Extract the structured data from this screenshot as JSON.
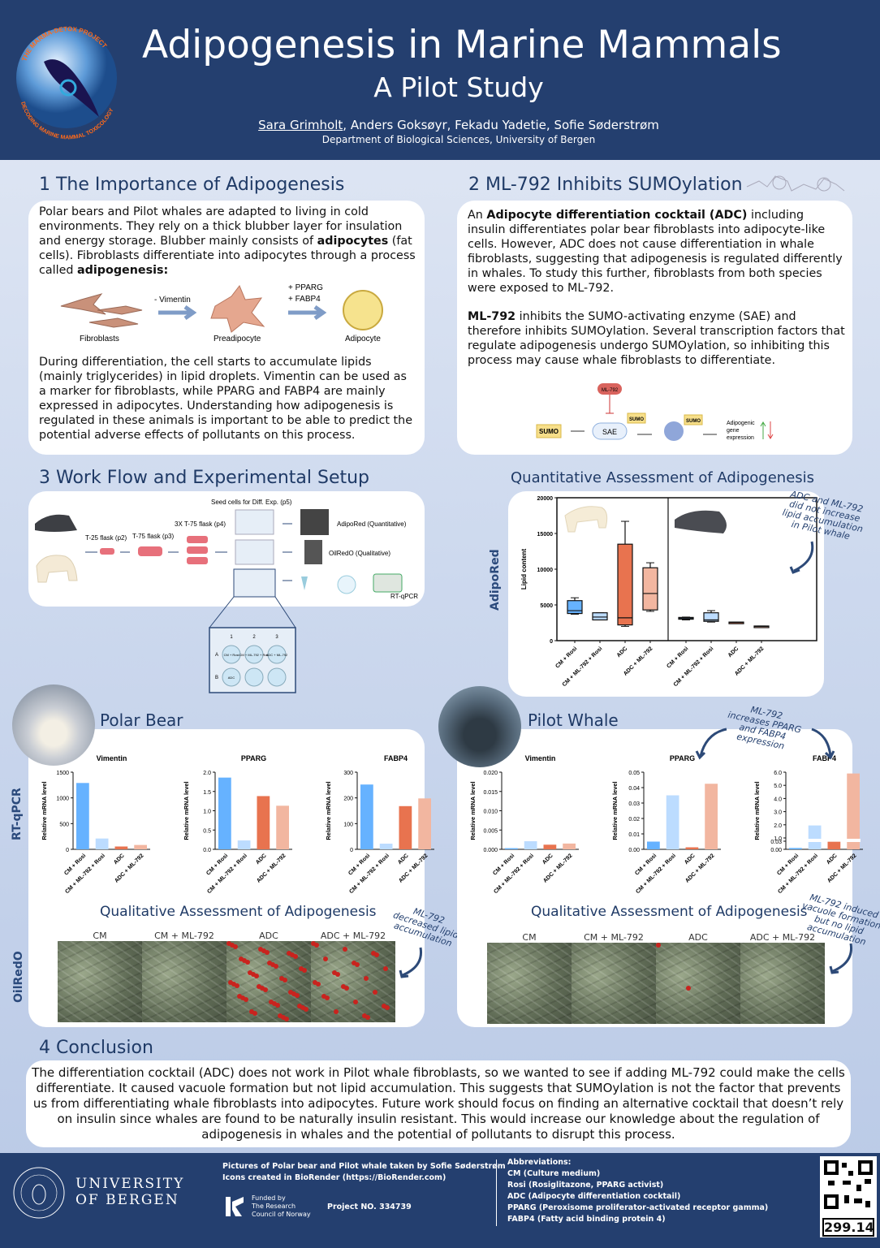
{
  "header": {
    "title": "Adipogenesis in Marine Mammals",
    "subtitle": "A Pilot Study",
    "presenter": "Sara Grimholt",
    "coauthors": ", Anders Goksøyr, Fekadu Yadetie, Sofie Søderstrøm",
    "department": "Department of Biological Sciences, University of Bergen",
    "logo_top": "THE MARMA-DETOX PROJECT",
    "logo_bottom": "DECODING MARINE MAMMAL TOXICOLOGY"
  },
  "s1": {
    "title": "1  The Importance of Adipogenesis",
    "p1": [
      {
        "t": "Polar bears and Pilot whales are adapted to living in cold environments. They rely on a thick blubber layer for insulation and energy storage. Blubber mainly consists of "
      },
      {
        "t": "adipocytes",
        "b": true
      },
      {
        "t": " (fat cells). Fibroblasts differentiate into adipocytes through a process called "
      },
      {
        "t": "adipogenesis:",
        "b": true
      }
    ],
    "fig": {
      "fibroblasts": "Fibroblasts",
      "step1": "- Vimentin",
      "preadipocyte": "Preadipocyte",
      "step2a": "+ PPARG",
      "step2b": "+ FABP4",
      "adipocyte": "Adipocyte"
    },
    "p2": [
      {
        "t": "During differentiation, the cell starts to accumulate lipids (mainly triglycerides) in lipid droplets. Vimentin can be used as a marker for fibroblasts, while PPARG and FABP4 are mainly expressed in adipocytes. Understanding how adipogenesis is regulated in these animals is important to be able to predict the potential adverse effects of pollutants on this process."
      }
    ]
  },
  "s2": {
    "title": "2  ML-792 Inhibits SUMOylation",
    "p1": [
      {
        "t": "An "
      },
      {
        "t": "Adipocyte differentiation cocktail (ADC)",
        "b": true
      },
      {
        "t": " including insulin differentiates polar bear fibroblasts into adipocyte-like cells. However, ADC does not cause differentiation in whale fibroblasts, suggesting that adipogenesis is regulated differently in whales. To study this further, fibroblasts from both species were exposed to ML-792."
      }
    ],
    "p2": [
      {
        "t": "ML-792",
        "b": true
      },
      {
        "t": " inhibits the SUMO-activating enzyme (SAE) and therefore inhibits SUMOylation. Several transcription factors that regulate adipogenesis undergo SUMOylation, so inhibiting this process may cause whale fibroblasts to differentiate."
      }
    ],
    "fig": {
      "inhibitor": "ML-792",
      "sumo": "SUMO",
      "sae": "SAE",
      "out1": "Adipogenic",
      "out2": "gene",
      "out3": "expression"
    }
  },
  "s3": {
    "title": "3  Work Flow and Experimental Setup",
    "seed": "Seed cells for Diff. Exp. (p5)",
    "t25": "T-25 flask (p2)",
    "t75": "T-75 flask (p3)",
    "t75x3": "3X T-75 flask (p4)",
    "adipored": "AdipoRed (Quantitative)",
    "oilredo": "OilRedO (Qualitative)",
    "rtqpcr": "RT-qPCR",
    "plate": {
      "cols": [
        "1",
        "2",
        "3"
      ],
      "rows": [
        "A",
        "B"
      ],
      "wells": [
        "CM + Rosi",
        "CM + ML-792 + Rosi",
        "ADC + ML-792",
        "ADC",
        "",
        ""
      ]
    }
  },
  "quant": {
    "title": "Quantitative Assessment of Adipogenesis",
    "side_label": "AdipoRed",
    "note": "ADC and ML-792 did not increase lipid accumulation in Pilot whale"
  },
  "polar": {
    "title": "Polar Bear",
    "side_rt": "RT-qPCR",
    "side_oil": "OilRedO",
    "qual_title": "Qualitative Assessment of Adipogenesis",
    "note": "ML-792 decreased lipid accumulation",
    "images": [
      "CM",
      "CM + ML-792",
      "ADC",
      "ADC + ML-792"
    ]
  },
  "whale": {
    "title": "Pilot Whale",
    "qual_title": "Qualitative Assessment of Adipogenesis",
    "note_top": "ML-792 increases PPARG and FABP4 expression",
    "note": "ML-792 induced vacuole formation but no lipid accumulation",
    "images": [
      "CM",
      "CM + ML-792",
      "ADC",
      "ADC + ML-792"
    ]
  },
  "s4": {
    "title": "4  Conclusion",
    "text": "The differentiation cocktail (ADC) does not work in Pilot whale fibroblasts, so we wanted to see if adding ML-792 could make the cells differentiate. It caused vacuole formation but not lipid accumulation. This suggests that SUMOylation is not the factor that prevents us from differentiating whale fibroblasts into adipocytes. Future work should focus on finding an alternative cocktail that doesn’t rely on insulin since whales are found to be naturally insulin resistant. This would increase our knowledge about the regulation of adipogenesis in whales and the potential of pollutants to disrupt this process."
  },
  "footer": {
    "uni1": "UNIVERSITY",
    "uni2": "OF BERGEN",
    "credit1": "Pictures of Polar bear and Pilot whale taken by Sofie Søderstrøm",
    "credit2": "Icons created in BioRender (https://BioRender.com)",
    "funded1": "Funded by",
    "funded2": "The Research",
    "funded3": "Council of Norway",
    "project": "Project NO. 334739",
    "abbr_title": "Abbreviations:",
    "abbr": [
      "CM (Culture medium)",
      "Rosi (Rosiglitazone, PPARG activist)",
      "ADC (Adipocyte differentiation cocktail)",
      "PPARG (Peroxisome proliferator-activated receptor gamma)",
      "FABP4 (Fatty acid binding protein 4)"
    ],
    "poster_no": "299.14"
  },
  "colors": {
    "navy": "#243f6f",
    "blue": "#66b2ff",
    "lightblue": "#bcdcff",
    "orange": "#e8734f",
    "peach": "#f2b6a0"
  },
  "chart_data": [
    {
      "type": "box",
      "title": "Quantitative Assessment of Adipogenesis",
      "ylabel": "Lipid content",
      "ylim": [
        0,
        20000
      ],
      "yticks": [
        0,
        5000,
        10000,
        15000,
        20000
      ],
      "categories": [
        "CM + Rosi",
        "CM + ML-792 + Rosi",
        "ADC",
        "ADC + ML-792"
      ],
      "groups": [
        {
          "name": "Polar Bear",
          "boxes": [
            [
              3700,
              3800,
              4200,
              5600,
              6000
            ],
            [
              2900,
              2900,
              3300,
              3900,
              3900
            ],
            [
              2000,
              2200,
              3200,
              13500,
              16700
            ],
            [
              4100,
              4300,
              6600,
              10200,
              10900
            ]
          ]
        },
        {
          "name": "Pilot Whale",
          "boxes": [
            [
              2900,
              3000,
              3150,
              3250,
              3300
            ],
            [
              2600,
              2700,
              2900,
              3900,
              4200
            ],
            [
              2500,
              2500,
              2550,
              2600,
              2600
            ],
            [
              2000,
              2000,
              2000,
              2050,
              2050
            ]
          ]
        }
      ]
    },
    {
      "type": "bar",
      "id": "pb-vim",
      "title": "Vimentin",
      "ylabel": "Relative mRNA level",
      "categories": [
        "CM + Rosi",
        "CM + ML-792 + Rosi",
        "ADC",
        "ADC + ML-792"
      ],
      "values": [
        1290,
        210,
        55,
        85
      ],
      "ylim": [
        0,
        1500
      ],
      "yticks": [
        "0",
        "500",
        "1000",
        "1500"
      ]
    },
    {
      "type": "bar",
      "id": "pb-pparg",
      "title": "PPARG",
      "ylabel": "Relative mRNA level",
      "categories": [
        "CM + Rosi",
        "CM + ML-792 + Rosi",
        "ADC",
        "ADC + ML-792"
      ],
      "values": [
        1.86,
        0.23,
        1.38,
        1.13
      ],
      "ylim": [
        0,
        2
      ],
      "yticks": [
        "0.0",
        "0.5",
        "1.0",
        "1.5",
        "2.0"
      ]
    },
    {
      "type": "bar",
      "id": "pb-fabp4",
      "title": "FABP4",
      "ylabel": "Relative mRNA level",
      "categories": [
        "CM + Rosi",
        "CM + ML-792 + Rosi",
        "ADC",
        "ADC + ML-792"
      ],
      "values": [
        252,
        22,
        168,
        198
      ],
      "ylim": [
        0,
        300
      ],
      "yticks": [
        "0",
        "100",
        "200",
        "300"
      ]
    },
    {
      "type": "bar",
      "id": "pw-vim",
      "title": "Vimentin",
      "ylabel": "Relative mRNA level",
      "categories": [
        "CM + Rosi",
        "CM + ML-792 + Rosi",
        "ADC",
        "ADC + ML-792"
      ],
      "values": [
        0.0003,
        0.0021,
        0.0012,
        0.0015
      ],
      "ylim": [
        0,
        0.02
      ],
      "yticks": [
        "0.000",
        "0.005",
        "0.010",
        "0.015",
        "0.020"
      ]
    },
    {
      "type": "bar",
      "id": "pw-pparg",
      "title": "PPARG",
      "ylabel": "Relative mRNA level",
      "categories": [
        "CM + Rosi",
        "CM + ML-792 + Rosi",
        "ADC",
        "ADC + ML-792"
      ],
      "values": [
        0.005,
        0.035,
        0.0013,
        0.0425
      ],
      "ylim": [
        0,
        0.05
      ],
      "yticks": [
        "0.00",
        "0.01",
        "0.02",
        "0.03",
        "0.04",
        "0.05"
      ]
    },
    {
      "type": "bar",
      "id": "pw-fabp4",
      "title": "FABP4",
      "ylabel": "Relative mRNA level",
      "categories": [
        "CM + Rosi",
        "CM + ML-792 + Rosi",
        "ADC",
        "ADC + ML-792"
      ],
      "values": [
        0.005,
        1.95,
        0.028,
        5.9
      ],
      "ylim": [
        0,
        6
      ],
      "axis_break": [
        0.03,
        1.0
      ],
      "yticks": [
        "0.00",
        "0.03",
        "1.0",
        "2.0",
        "3.0",
        "4.0",
        "5.0",
        "6.0"
      ]
    }
  ]
}
